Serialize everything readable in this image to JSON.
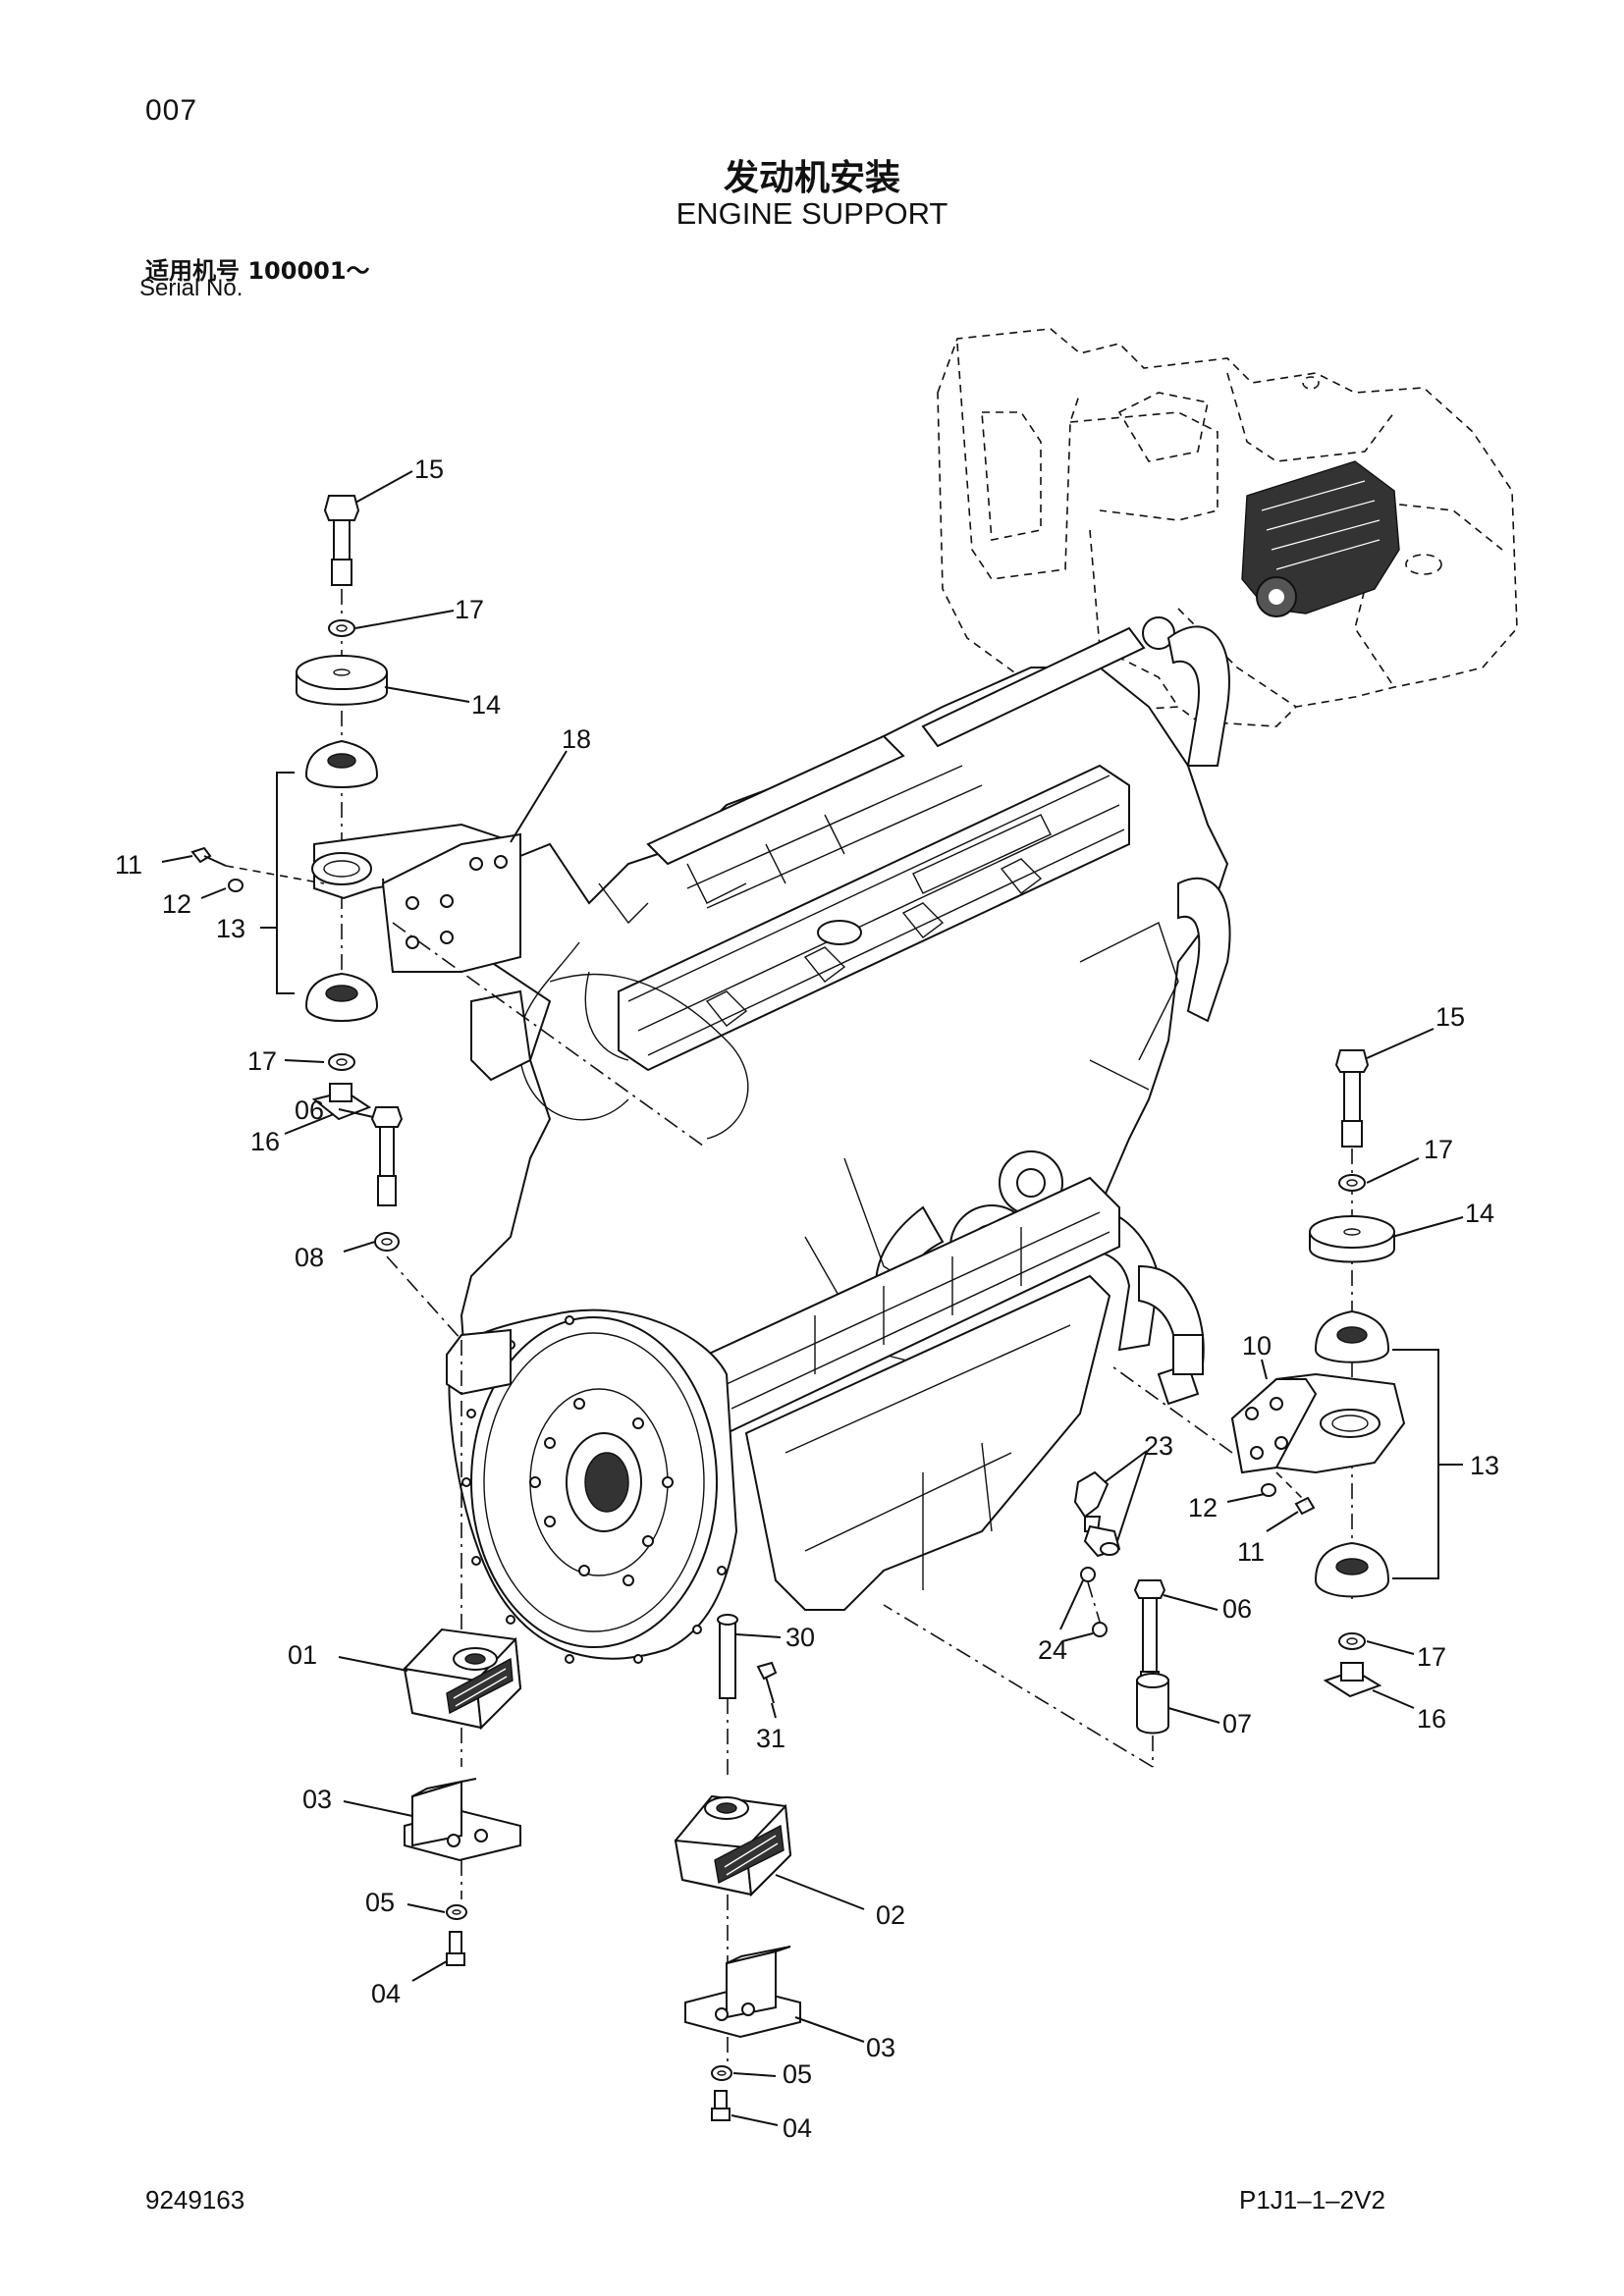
{
  "header": {
    "page_number": "007",
    "title_cn": "发动机安装",
    "title_en": "ENGINE SUPPORT",
    "serial_cn": "适用机号  100001～",
    "serial_en": "Serial No."
  },
  "footer": {
    "doc_number": "9249163",
    "page_code": "P1J1–1–2V2"
  },
  "callouts": {
    "c01": "01",
    "c02": "02",
    "c03a": "03",
    "c03b": "03",
    "c04a": "04",
    "c04b": "04",
    "c05a": "05",
    "c05b": "05",
    "c06a": "06",
    "c06b": "06",
    "c07": "07",
    "c08": "08",
    "c10": "10",
    "c11a": "11",
    "c11b": "11",
    "c12a": "12",
    "c12b": "12",
    "c13a": "13",
    "c13b": "13",
    "c14a": "14",
    "c14b": "14",
    "c15a": "15",
    "c15b": "15",
    "c16a": "16",
    "c16b": "16",
    "c17a": "17",
    "c17b": "17",
    "c17c": "17",
    "c17d": "17",
    "c18": "18",
    "c23": "23",
    "c24": "24",
    "c30": "30",
    "c31": "31"
  },
  "icons": {
    "inset": "excavator-inset-icon",
    "engine": "engine-assembly-icon"
  }
}
